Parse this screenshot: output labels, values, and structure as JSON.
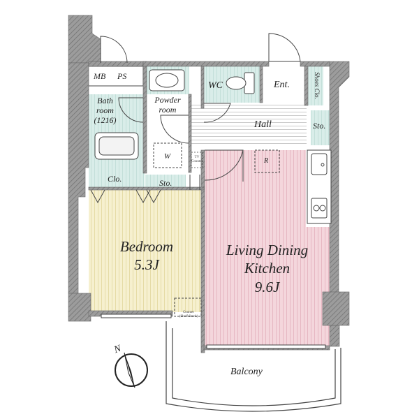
{
  "rooms": {
    "ldk_name_1": "Living Dining",
    "ldk_name_2": "Kitchen",
    "ldk_size": "9.6J",
    "bedroom_name": "Bedroom",
    "bedroom_size": "5.3J",
    "bath_1": "Bath",
    "bath_2": "room",
    "bath_3": "(1216)",
    "powder_1": "Powder",
    "powder_2": "room",
    "hall": "Hall",
    "entrance": "Ent.",
    "wc": "WC",
    "balcony": "Balcony",
    "mb": "MB",
    "ps": "PS",
    "shoes": "Shoes Clo.",
    "sto_hall": "Sto.",
    "sto_bed": "Sto.",
    "clo": "Clo.",
    "washer": "W",
    "fridge": "R",
    "tv_counter": "TV Counter",
    "counter_1": "Counter",
    "counter_2": "(Shelf Stock)",
    "north": "N"
  },
  "colors": {
    "wall": "#8f8f8f",
    "ldk_fill": "#f4d6dc",
    "ldk_stripe": "#e9bcc6",
    "bedroom_fill": "#f6f0cf",
    "bedroom_stripe": "#e9e0b0",
    "wet_fill": "#d9ede9",
    "wet_stripe": "#c7e2dd",
    "floor_line": "#444444"
  }
}
